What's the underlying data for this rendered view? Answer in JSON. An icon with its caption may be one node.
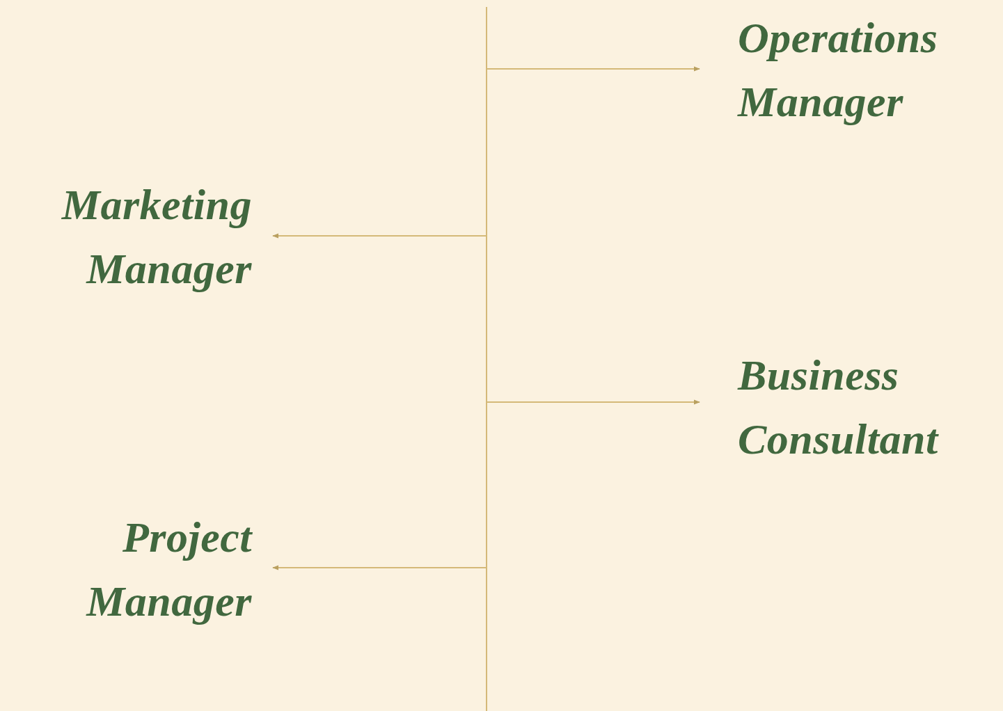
{
  "diagram": {
    "nodes": [
      {
        "text": [],
        "shape": "bar"
      },
      {
        "text": [
          "Operations Manager"
        ]
      },
      {
        "text": [
          "Marketing Manager"
        ]
      },
      {
        "text": [
          "Business Consultant"
        ]
      },
      {
        "text": [
          "Project Manager"
        ]
      }
    ],
    "edges": [
      {
        "from": 0,
        "to": 1,
        "arrow": "to"
      },
      {
        "from": 0,
        "to": 2,
        "arrow": "to"
      },
      {
        "from": 0,
        "to": 3,
        "arrow": "to"
      },
      {
        "from": 0,
        "to": 4,
        "arrow": "to"
      }
    ]
  }
}
